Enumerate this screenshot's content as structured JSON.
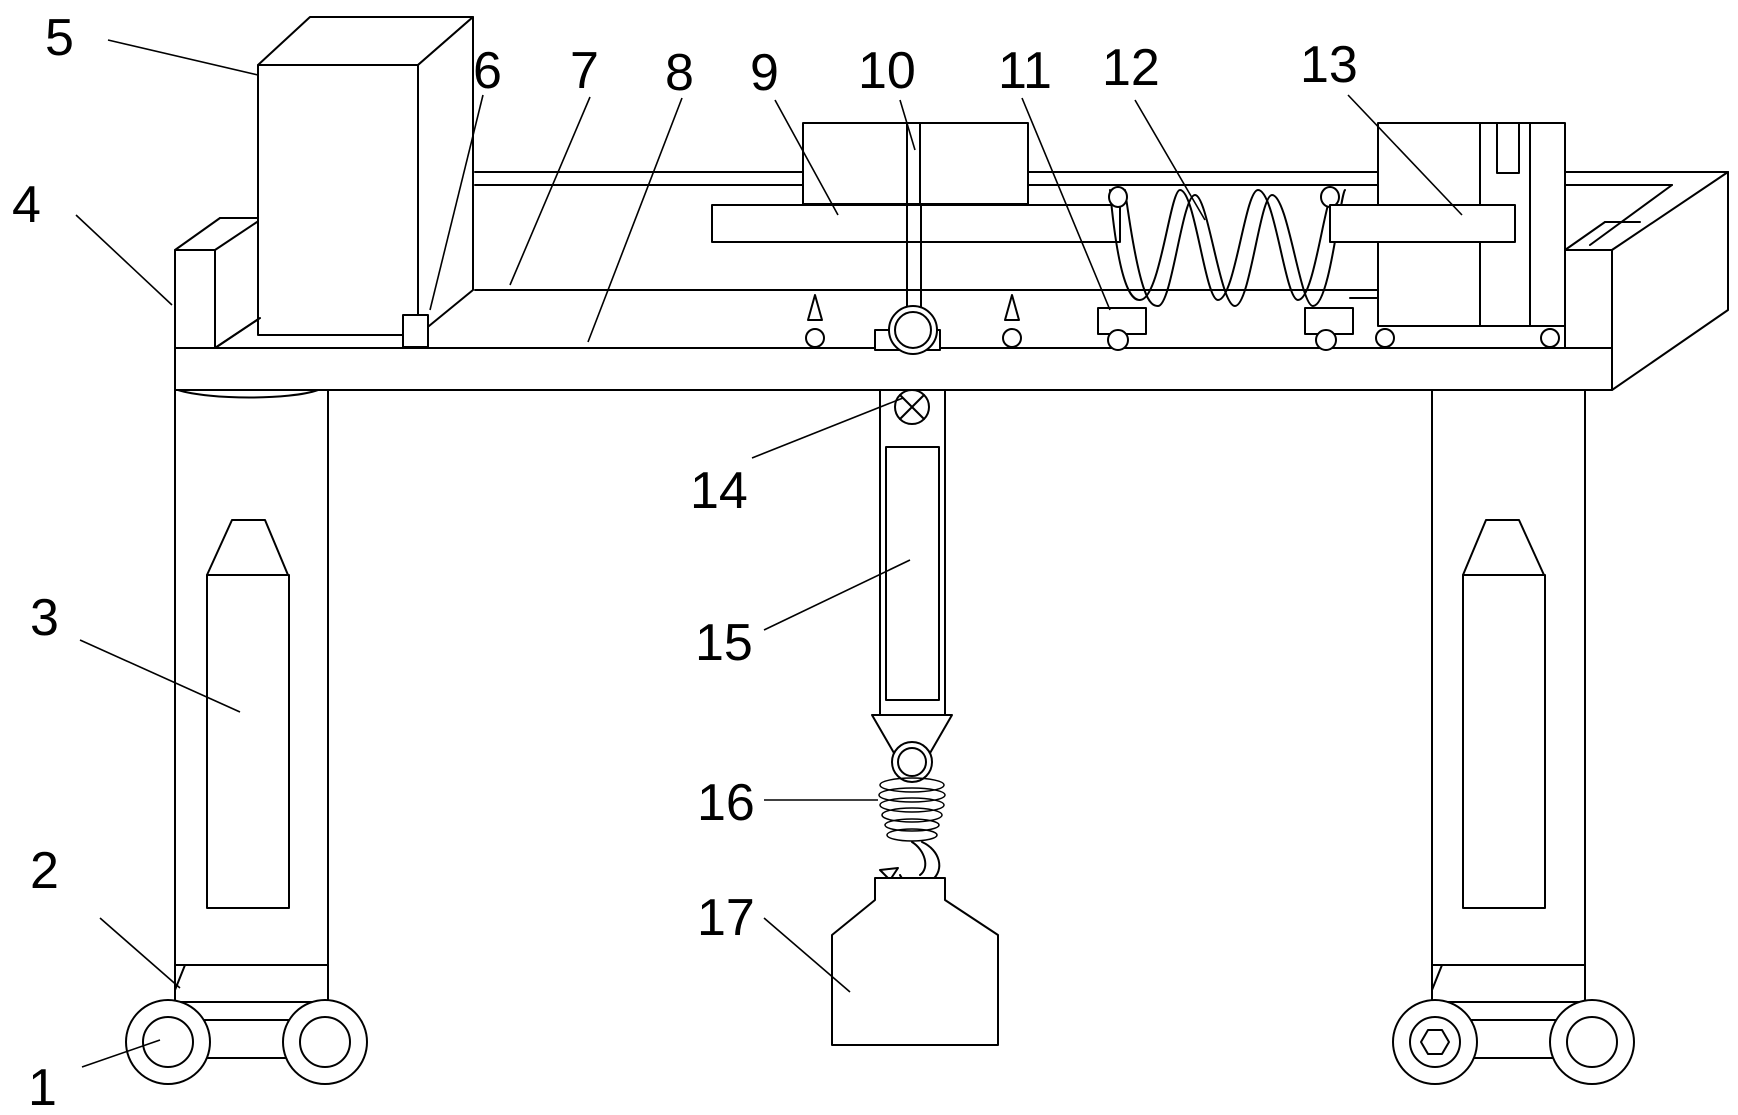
{
  "figure": {
    "labels": [
      {
        "id": "1",
        "text": "1",
        "part": "wheel"
      },
      {
        "id": "2",
        "text": "2",
        "part": "wheel-base-plate"
      },
      {
        "id": "3",
        "text": "3",
        "part": "support-leg-window"
      },
      {
        "id": "4",
        "text": "4",
        "part": "frame-side-wall"
      },
      {
        "id": "5",
        "text": "5",
        "part": "motor-box"
      },
      {
        "id": "6",
        "text": "6",
        "part": "motor-foot-block"
      },
      {
        "id": "7",
        "text": "7",
        "part": "guide-rail"
      },
      {
        "id": "8",
        "text": "8",
        "part": "top-beam-deck"
      },
      {
        "id": "9",
        "text": "9",
        "part": "slide-bar"
      },
      {
        "id": "10",
        "text": "10",
        "part": "trolley-shaft"
      },
      {
        "id": "11",
        "text": "11",
        "part": "roller-seat"
      },
      {
        "id": "12",
        "text": "12",
        "part": "compression-spring"
      },
      {
        "id": "13",
        "text": "13",
        "part": "push-rod"
      },
      {
        "id": "14",
        "text": "14",
        "part": "hinge-pin"
      },
      {
        "id": "15",
        "text": "15",
        "part": "hanging-arm"
      },
      {
        "id": "16",
        "text": "16",
        "part": "buffer-spring"
      },
      {
        "id": "17",
        "text": "17",
        "part": "load-weight"
      }
    ]
  }
}
